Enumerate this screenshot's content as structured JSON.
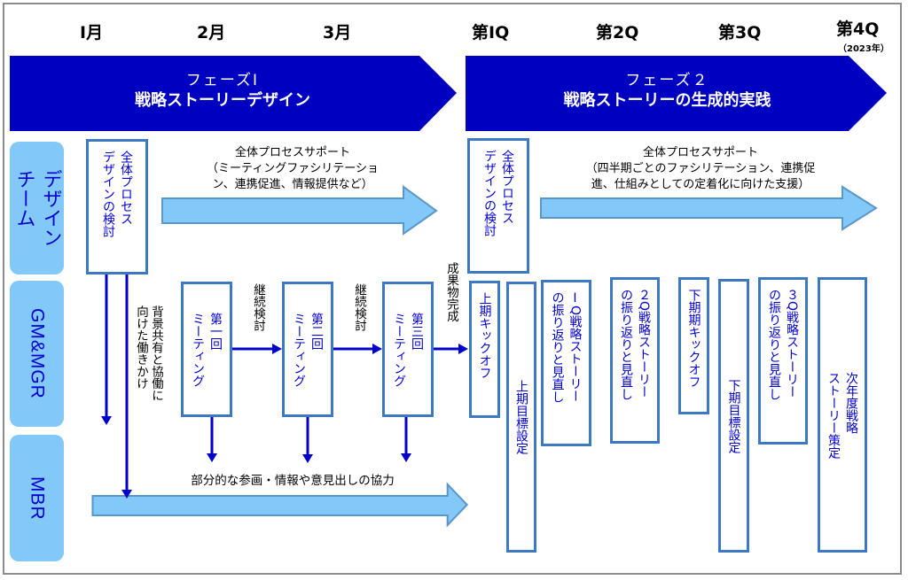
{
  "timeline": {
    "periods": [
      "Ⅰ月",
      "2月",
      "3月",
      "第ⅠQ",
      "第2Q",
      "第3Q",
      "第4Q"
    ],
    "year_note": "（2023年）"
  },
  "phases": [
    {
      "label": "フェーズⅠ",
      "title": "戦略ストーリーデザイン"
    },
    {
      "label": "フェーズ２",
      "title": "戦略ストーリーの生成的実践"
    }
  ],
  "lanes": [
    {
      "label": "デザイン\nチーム",
      "line1": "デザイン",
      "line2": "チーム"
    },
    {
      "label": "GM&MGR"
    },
    {
      "label": "MBR"
    }
  ],
  "design_team": {
    "process_box_1": {
      "line1": "全体プロセス",
      "line2": "デザインの検討"
    },
    "process_box_2": {
      "line1": "全体プロセス",
      "line2": "デザインの検討"
    },
    "support_1": {
      "line1": "全体プロセスサポート",
      "line2": "（ミーティングファシリテーショ",
      "line3": "ン、連携促進、情報提供など）"
    },
    "support_2": {
      "line1": "全体プロセスサポート",
      "line2": "（四半期ごとのファシリテーション、連携促",
      "line3": "進、仕組みとしての定着化に向けた支援）"
    }
  },
  "gm_mgr": {
    "outreach_note": {
      "line1": "背景共有と協働に",
      "line2": "向けた働きかけ"
    },
    "meetings": [
      {
        "line1": "第一回",
        "line2": "ミーティング"
      },
      {
        "line1": "第二回",
        "line2": "ミーティング"
      },
      {
        "line1": "第三回",
        "line2": "ミーティング"
      }
    ],
    "transitions": [
      "継続検討",
      "継続検討",
      "成果物完成"
    ],
    "phase2_boxes": [
      {
        "line1": "上期キックオフ"
      },
      {
        "line1": "上期目標設定"
      },
      {
        "line1": "ⅠQ戦略ストーリー",
        "line2": "の振り返りと見直し"
      },
      {
        "line1": "２Q戦略ストーリー",
        "line2": "の振り返りと見直し"
      },
      {
        "line1": "下期期キックオフ"
      },
      {
        "line1": "下期目標設定"
      },
      {
        "line1": "３Q戦略ストーリー",
        "line2": "の振り返りと見直し"
      },
      {
        "line1": "次年度戦略",
        "line2": "ストーリー策定"
      }
    ]
  },
  "mbr": {
    "cooperation_note": "部分的な参画・情報や意見出しの協力"
  },
  "colors": {
    "phase_fill": "#0000c0",
    "lane_fill": "#82c8f8",
    "box_border": "#3c78c3",
    "box_text": "#0000cc",
    "connector": "#0000c8",
    "wide_arrow_fill": "#82c8f8",
    "wide_arrow_stroke": "#5a96c8"
  }
}
